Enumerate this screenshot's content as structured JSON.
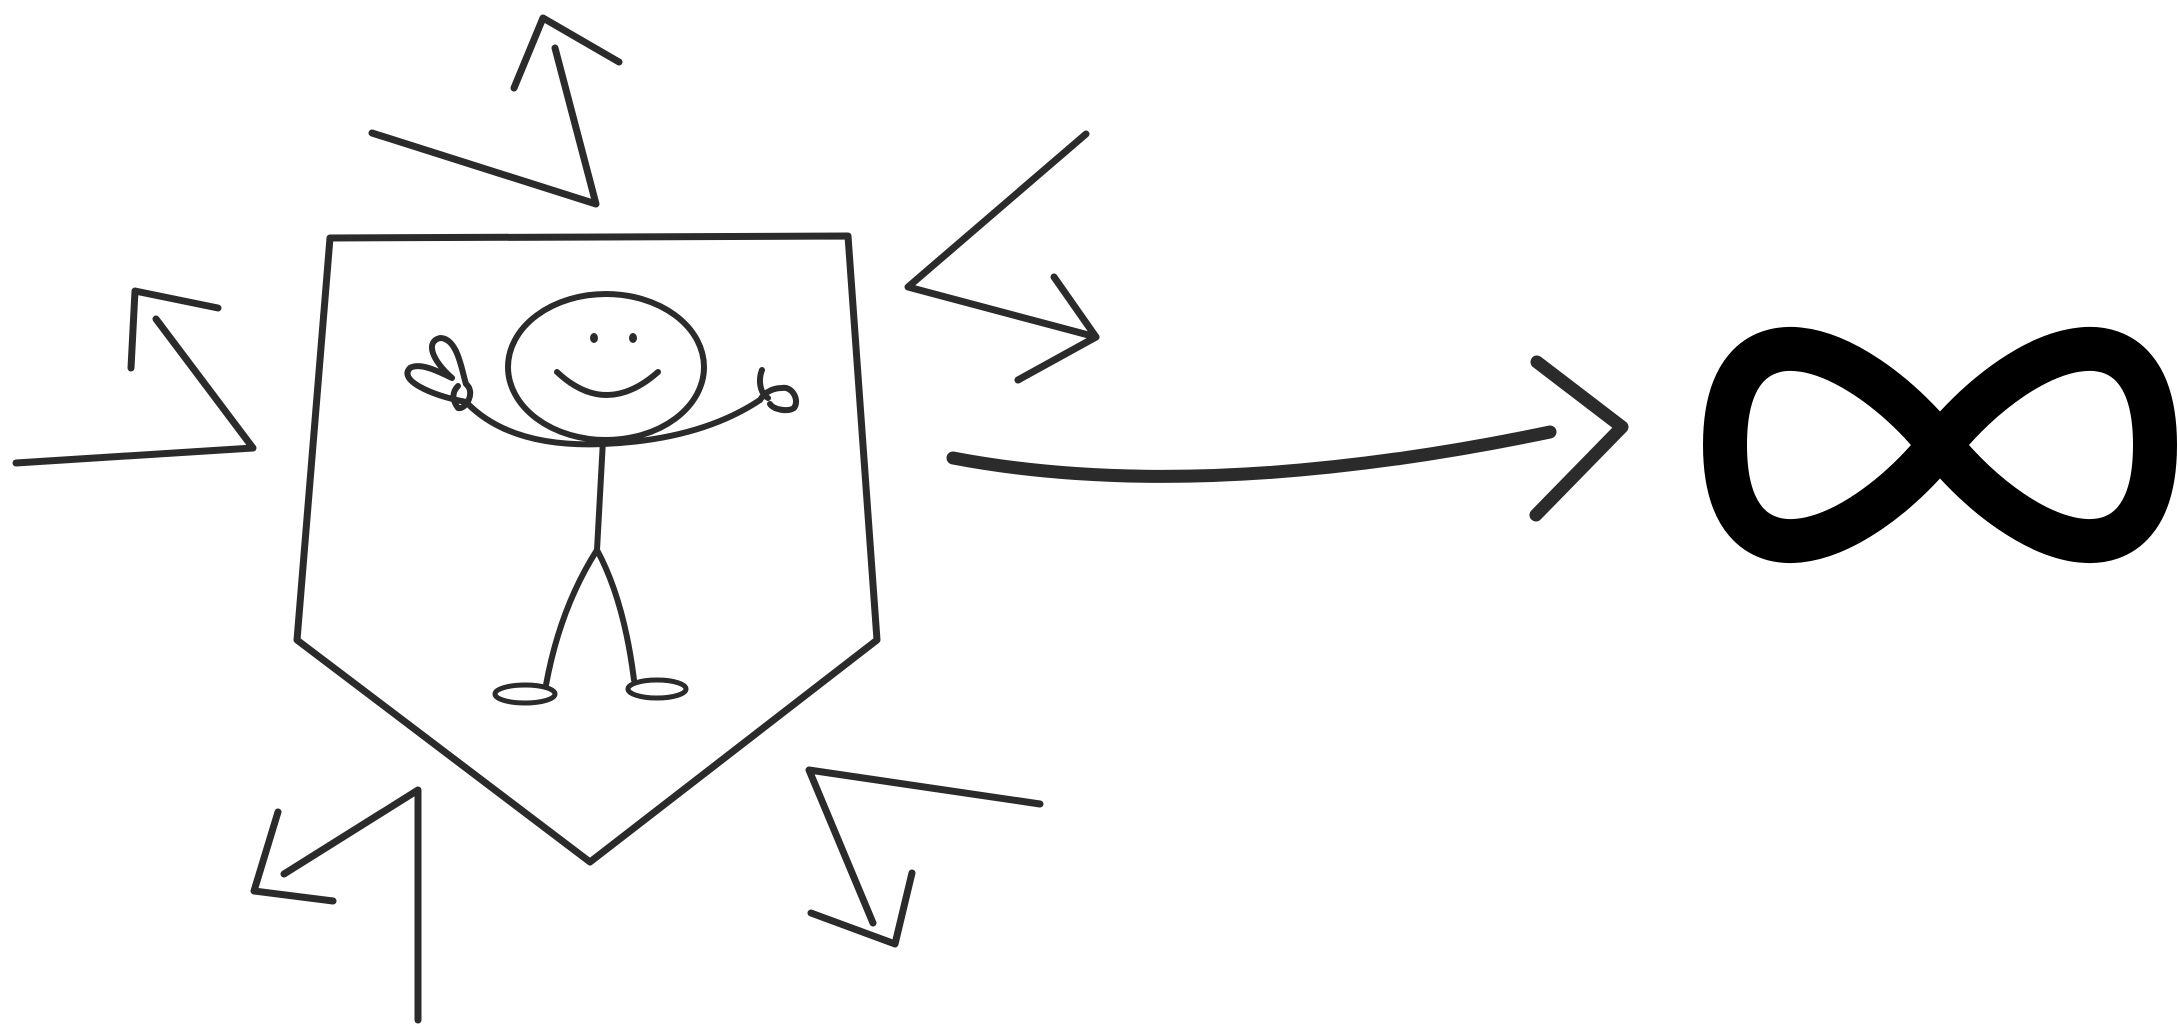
{
  "diagram": {
    "type": "hand-drawn sketch",
    "elements": [
      "shield-with-stick-figure",
      "radiating-zigzag-arrows",
      "curved-arrow",
      "infinity-symbol"
    ],
    "stroke_color": "#2b2b2b",
    "infinity_color": "#000000",
    "shield_fill": "#fafafa",
    "background_color": "#ffffff"
  }
}
